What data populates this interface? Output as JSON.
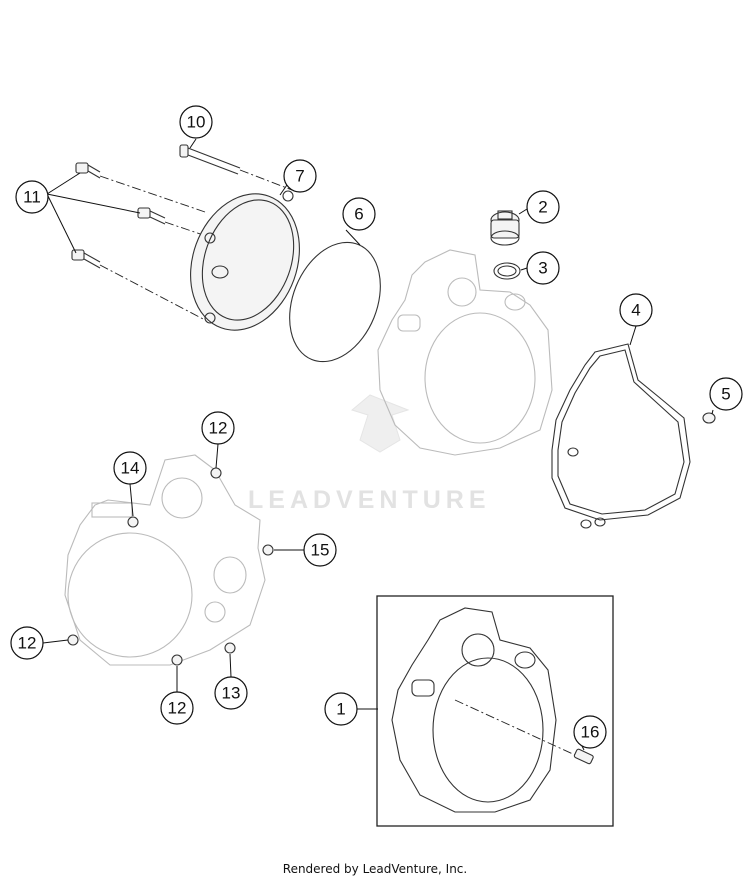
{
  "callouts": {
    "c1": "1",
    "c2": "2",
    "c3": "3",
    "c4": "4",
    "c5": "5",
    "c6": "6",
    "c7": "7",
    "c10": "10",
    "c11": "11",
    "c12a": "12",
    "c12b": "12",
    "c12c": "12",
    "c13": "13",
    "c14": "14",
    "c15": "15",
    "c16": "16"
  },
  "watermark": "LEADVENTURE",
  "footer": "Rendered by LeadVenture, Inc."
}
